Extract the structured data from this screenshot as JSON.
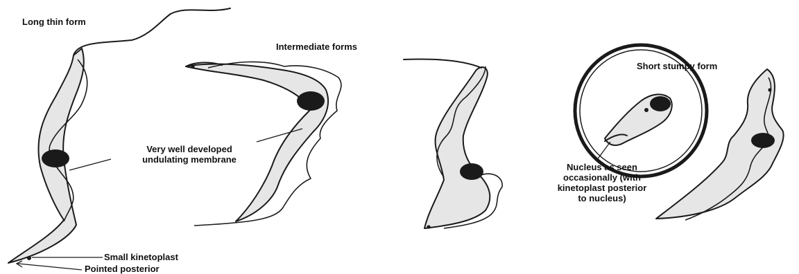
{
  "labels": {
    "long_thin_form": "Long thin form",
    "intermediate_forms": "Intermediate forms",
    "short_stumpy_form": "Short stumpy form",
    "undulating_membrane": [
      "Very well developed",
      "undulating membrane"
    ],
    "small_kinetoplast": "Small kinetoplast",
    "pointed_posterior": "Pointed posterior",
    "nucleus_note": [
      "Nucleus as seen",
      "occasionally (with",
      "kinetoplast posterior",
      "to nucleus)"
    ]
  },
  "colors": {
    "ink": "#1a1a1a",
    "cytoplasm": "#e6e6e6",
    "background": "#ffffff"
  }
}
